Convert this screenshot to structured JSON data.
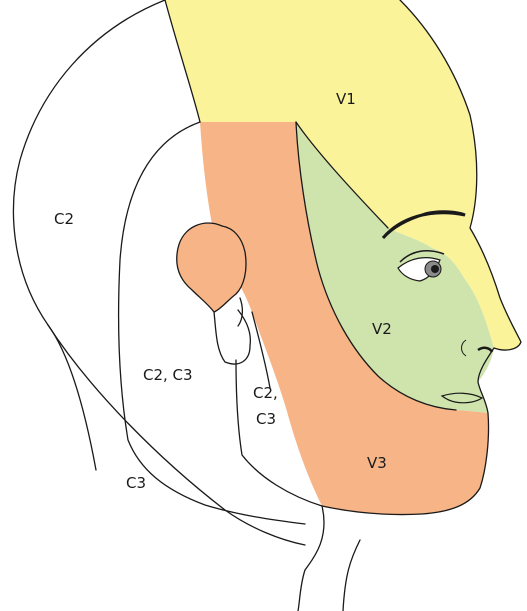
{
  "labels": {
    "v1": "V1",
    "v2": "V2",
    "v3": "V3",
    "c2_head": "C2",
    "c2_c3_neck": "C2, C3",
    "c2_line1": "C2,",
    "c2_line2": "C3",
    "c3_neck": "C3"
  },
  "colors": {
    "v1": "#faf39a",
    "v2": "#cfe3ad",
    "v3": "#f7b587",
    "outline": "#1a1a1a",
    "background": "#ffffff"
  }
}
